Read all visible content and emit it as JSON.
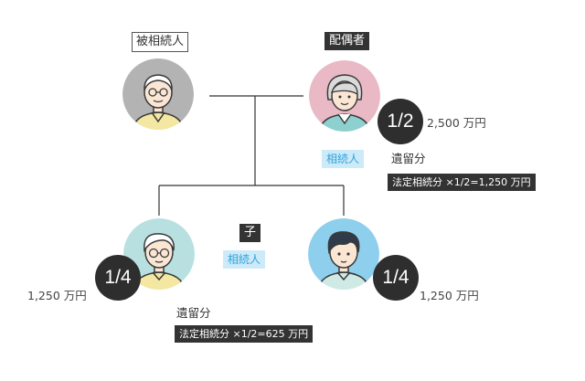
{
  "decedent": {
    "label": "被相続人"
  },
  "spouse": {
    "label": "配偶者",
    "heir_tag": "相続人",
    "fraction": "1/2",
    "amount": "2,500 万円",
    "reserved_label": "遺留分",
    "reserved_calc": "法定相続分 ×1/2=1,250 万円"
  },
  "children": {
    "label": "子",
    "heir_tag": "相続人",
    "child1": {
      "fraction": "1/4",
      "amount": "1,250 万円",
      "reserved_label": "遺留分",
      "reserved_calc": "法定相続分 ×1/2=625 万円"
    },
    "child2": {
      "fraction": "1/4",
      "amount": "1,250 万円"
    }
  },
  "colors": {
    "decedent_bg": "#b3b3b3",
    "spouse_bg": "#e9b9c6",
    "child1_bg": "#b9e0e0",
    "child2_bg": "#8fcfee",
    "fraction_bg": "#2e2e2e",
    "heir_tag_bg": "#cdeaf9",
    "heir_tag_text": "#2fa3dc",
    "line": "#333333"
  },
  "icons": [
    "elderly-man-avatar-icon",
    "elderly-woman-avatar-icon",
    "man-with-glasses-avatar-icon",
    "young-man-avatar-icon"
  ]
}
